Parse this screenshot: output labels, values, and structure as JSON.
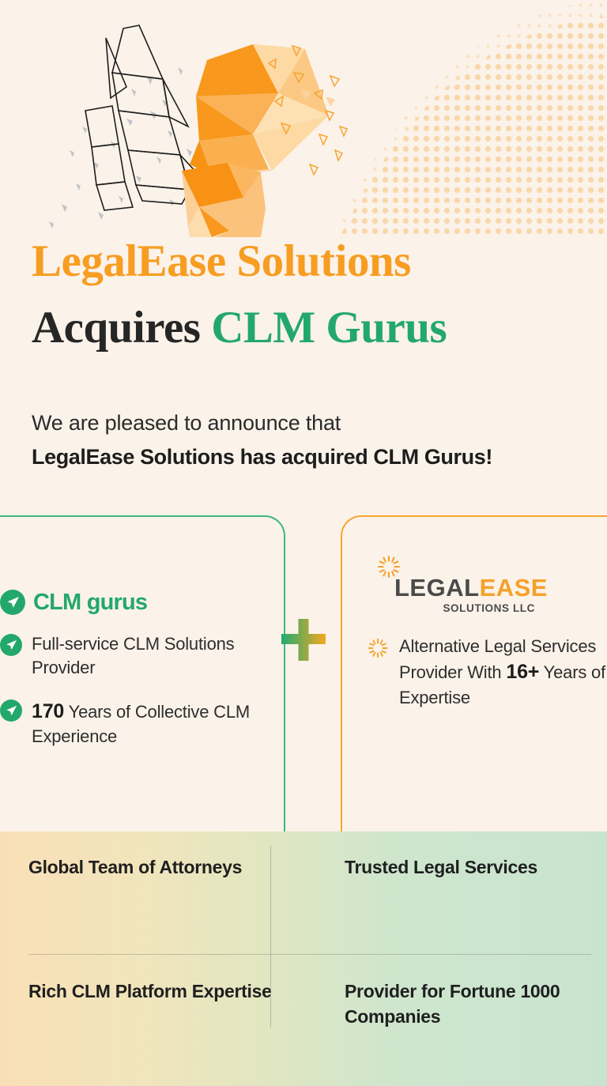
{
  "colors": {
    "background": "#fbf2e9",
    "orange": "#f79d21",
    "green": "#23a86b",
    "dark": "#262626",
    "card_border_green": "#3bb880",
    "card_border_orange": "#f6a533",
    "halftone": "#fbd9a8",
    "bottom_gradient_start": "#fadfb6",
    "bottom_gradient_end": "#c8e4cf"
  },
  "hero": {
    "icon": "low-poly-diamond-graphic",
    "description": "abstract low-poly crystal with wireframe shards and halftone dot field"
  },
  "title": {
    "line1": "LegalEase Solutions",
    "line2_part1": "Acquires ",
    "line2_part2": "CLM Gurus"
  },
  "subtitle": {
    "line1": "We are pleased to announce that",
    "line2": "LegalEase Solutions has acquired CLM Gurus!"
  },
  "compare": {
    "plus_label": "+",
    "left": {
      "logo_icon": "paper-plane-circle-icon",
      "logo_text_1": "CLM",
      "logo_text_2": "gurus",
      "bullets": [
        {
          "icon": "paper-plane-circle-icon",
          "highlight": "",
          "text": "Full-service CLM Solutions Provider"
        },
        {
          "icon": "paper-plane-circle-icon",
          "highlight": "170",
          "text": " Years of Collective CLM Experience"
        }
      ]
    },
    "right": {
      "logo_icon": "sunburst-icon",
      "logo_text_1": "LEGAL",
      "logo_text_2": "EASE",
      "logo_sub": "SOLUTIONS LLC",
      "bullets": [
        {
          "icon": "sunburst-icon",
          "pre": "Alternative Legal Services Provider With ",
          "highlight": "16+",
          "post": " Years of Expertise"
        }
      ]
    }
  },
  "bottom": {
    "items": [
      "Global Team of Attorneys",
      "Trusted Legal Services",
      "Rich CLM Platform Expertise",
      "Provider for Fortune 1000 Companies"
    ]
  }
}
